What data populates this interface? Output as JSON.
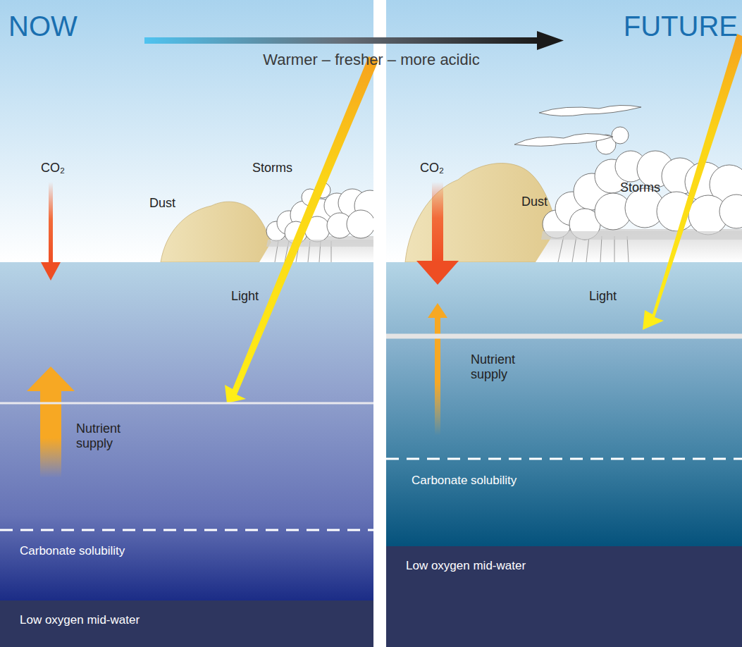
{
  "diagram": {
    "nodes": [
      {
        "text": [
          "Low oxygen mid-water"
        ]
      },
      {
        "text": [
          "Low oxygen mid-water"
        ]
      }
    ],
    "labels": [
      "NOW",
      "FUTURE",
      "Warmer – fresher – more acidic",
      "CO₂",
      "Dust",
      "Storms",
      "Light",
      "Nutrient supply",
      "Carbonate solubility",
      "CO₂",
      "Dust",
      "Storms",
      "Light",
      "Nutrient supply",
      "Carbonate solubility"
    ]
  }
}
